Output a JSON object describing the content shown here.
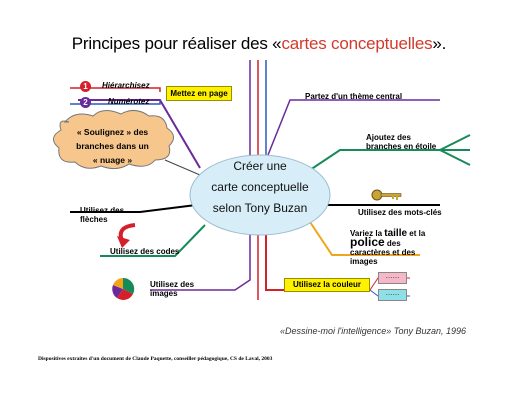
{
  "title": {
    "prefix": "Principes pour réaliser des «",
    "highlight": "cartes conceptuelles",
    "suffix": "»."
  },
  "center": {
    "line1": "Créer une",
    "line2": "carte conceptuelle",
    "line3": "selon Tony Buzan"
  },
  "branches": {
    "hierarchisez": "Hiérarchisez",
    "numerotez": "Numérotez",
    "mettez_en_page": "Mettez en page",
    "theme_central": "Partez d'un thème central",
    "etoile_line1": "Ajoutez des",
    "etoile_line2": "branches en étoile",
    "cloud_line1": "« Soulignez » des",
    "cloud_line2": "branches dans un",
    "cloud_line3": "« nuage »",
    "fleches_line1": "Utilisez des",
    "fleches_line2": "flèches",
    "mots_cles": "Utilisez des mots-clés",
    "codes": "Utilisez des codes",
    "varier_1": "Variez la ",
    "varier_taille": "taille",
    "varier_2": " et la",
    "varier_police": "police",
    "varier_3": " des",
    "varier_4": "caractères et des",
    "varier_5": "images",
    "images_line1": "Utilisez des",
    "images_line2": "images",
    "couleur": "Utilisez la couleur",
    "dots1": "……",
    "dots2": "……"
  },
  "numbers": {
    "one": "1",
    "two": "2"
  },
  "citation": "«Dessine-moi l'intelligence» Tony Buzan, 1996",
  "footer": "Dispositives extraites d'un document de Claude Paquette, conseiller pédagogique, CS de Laval, 2003",
  "colors": {
    "title_red": "#d23a2c",
    "center_fill": "#d7edf7",
    "cloud_fill": "#f7c68c",
    "yellow_box": "#fff200",
    "branch_purple": "#6a2a9a",
    "branch_red": "#d4202a",
    "branch_blue": "#2a5ab8",
    "branch_green": "#178a5a",
    "branch_orange": "#f2a51a"
  }
}
